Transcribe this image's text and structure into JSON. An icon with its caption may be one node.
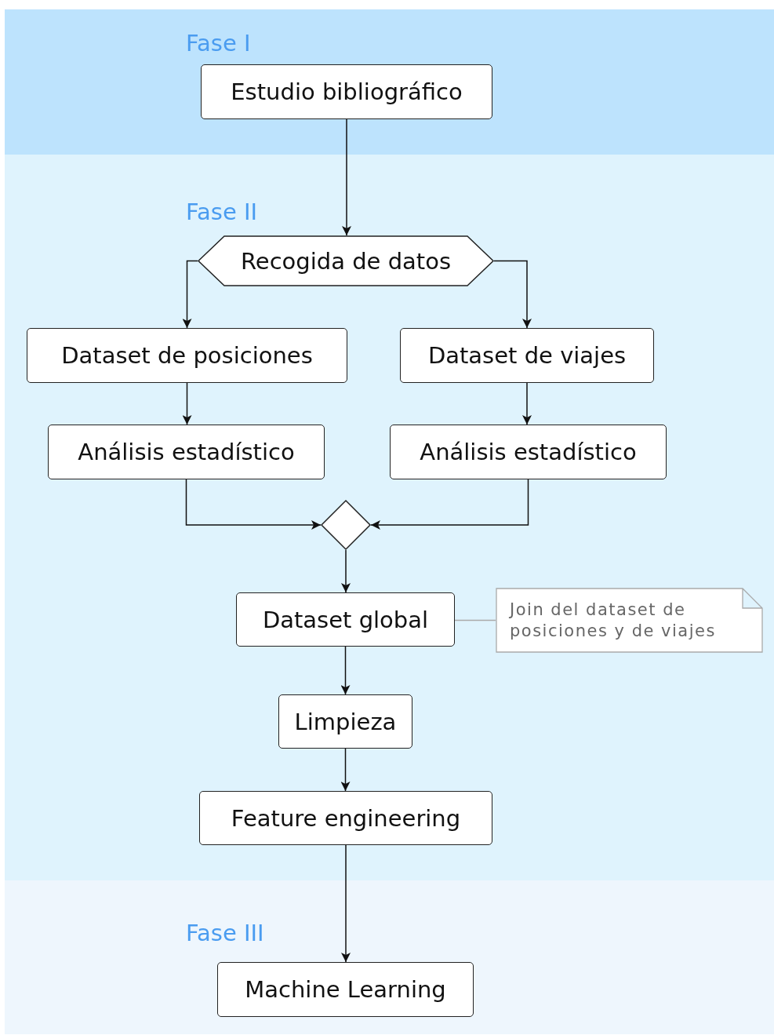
{
  "diagram": {
    "nodes": [
      {
        "text": [
          "Fase I"
        ]
      },
      {
        "text": [
          "Estudio bibliográfico"
        ],
        "in": 0
      },
      {
        "text": [
          "Fase II"
        ]
      },
      {
        "text": [
          "Recogida de datos"
        ],
        "in": 2
      },
      {
        "text": [
          "Dataset de posiciones"
        ],
        "in": 2
      },
      {
        "text": [
          "Dataset de viajes"
        ],
        "in": 2
      },
      {
        "text": [
          "Análisis estadístico"
        ],
        "in": 2
      },
      {
        "text": [
          "Análisis estadístico"
        ],
        "in": 2
      },
      {
        "text": [],
        "shape": "diamond",
        "in": 2
      },
      {
        "text": [
          "Dataset global"
        ],
        "in": 2
      },
      {
        "text": [
          "Join del dataset de posiciones y de viajes"
        ],
        "in": 2
      },
      {
        "text": [
          "Limpieza"
        ],
        "in": 2
      },
      {
        "text": [
          "Feature engineering"
        ],
        "in": 2
      },
      {
        "text": [
          "Fase III"
        ]
      },
      {
        "text": [
          "Machine Learning"
        ],
        "in": 13
      }
    ],
    "edges": [
      {
        "from": 1,
        "to": 3,
        "arrow": "to"
      },
      {
        "from": 3,
        "to": 4,
        "arrow": "to"
      },
      {
        "from": 3,
        "to": 5,
        "arrow": "to"
      },
      {
        "from": 4,
        "to": 6,
        "arrow": "to"
      },
      {
        "from": 5,
        "to": 7,
        "arrow": "to"
      },
      {
        "from": 6,
        "to": 8,
        "arrow": "to"
      },
      {
        "from": 7,
        "to": 8,
        "arrow": "to"
      },
      {
        "from": 8,
        "to": 9,
        "arrow": "to"
      },
      {
        "from": 9,
        "to": 11,
        "arrow": "to"
      },
      {
        "from": 11,
        "to": 12,
        "arrow": "to"
      },
      {
        "from": 12,
        "to": 14,
        "arrow": "to"
      },
      {
        "from": 10,
        "to": 9,
        "arrow": "none",
        "color": "#aaaaaa"
      }
    ]
  }
}
